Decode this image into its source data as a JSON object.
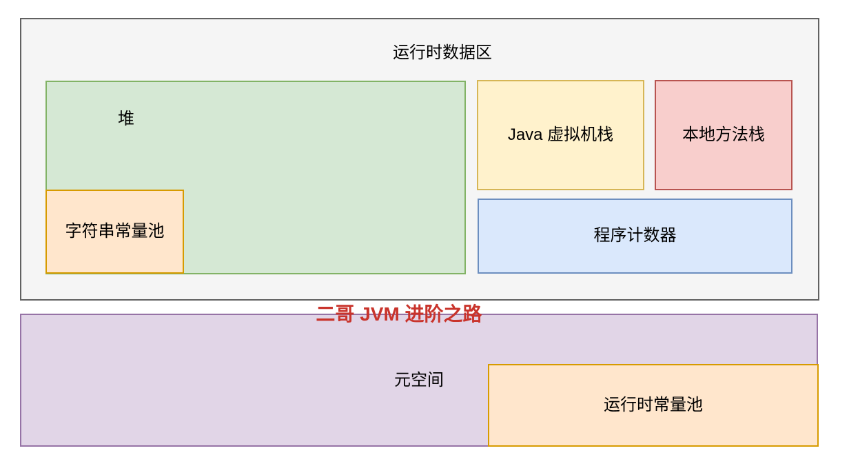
{
  "watermark": {
    "text": "二哥 JVM 进阶之路",
    "color": "#c9342c"
  },
  "runtime_data_area": {
    "title": "运行时数据区",
    "fill": "#f5f5f5",
    "border": "#616161",
    "heap": {
      "label": "堆",
      "fill": "#d5e8d4",
      "border": "#82b366"
    },
    "string_constant_pool": {
      "label": "字符串常量池",
      "fill": "#ffe6cc",
      "border": "#d79b00"
    },
    "java_vm_stack": {
      "label": "Java 虚拟机栈",
      "fill": "#fff2cc",
      "border": "#d6b656"
    },
    "native_method_stack": {
      "label": "本地方法栈",
      "fill": "#f8cecc",
      "border": "#b85450"
    },
    "program_counter": {
      "label": "程序计数器",
      "fill": "#dae8fc",
      "border": "#6c8ebf"
    }
  },
  "metaspace": {
    "label": "元空间",
    "fill": "#e1d5e7",
    "border": "#9673a6",
    "runtime_constant_pool": {
      "label": "运行时常量池",
      "fill": "#ffe6cc",
      "border": "#d79b00"
    }
  }
}
